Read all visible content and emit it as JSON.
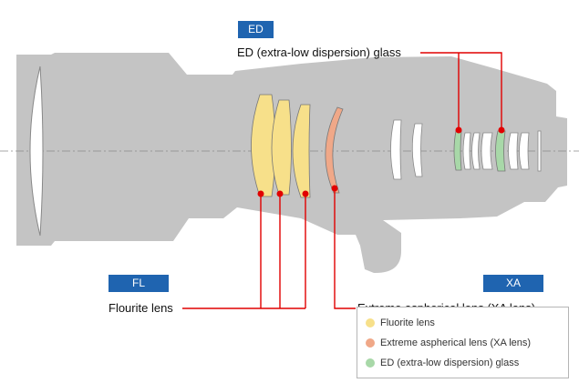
{
  "tags": {
    "ed": "ED",
    "fl": "FL",
    "xa": "XA"
  },
  "callouts": {
    "ed": "ED (extra-low dispersion) glass",
    "fluorite": "Flourite lens",
    "xa": "Extreme aspherical lens (XA lens)"
  },
  "legend": {
    "items": [
      {
        "label": "Fluorite lens",
        "color": "#f7e08a"
      },
      {
        "label": "Extreme aspherical lens (XA lens)",
        "color": "#f0a888"
      },
      {
        "label": "ED (extra-low dispersion) glass",
        "color": "#a8d8a8"
      }
    ]
  },
  "colors": {
    "body": "#c4c4c4",
    "leader": "#e10000",
    "tag": "#1f64b0",
    "fluorite": "#f7e08a",
    "xa": "#f0a888",
    "ed": "#a8d8a8",
    "glass": "#ffffff"
  }
}
